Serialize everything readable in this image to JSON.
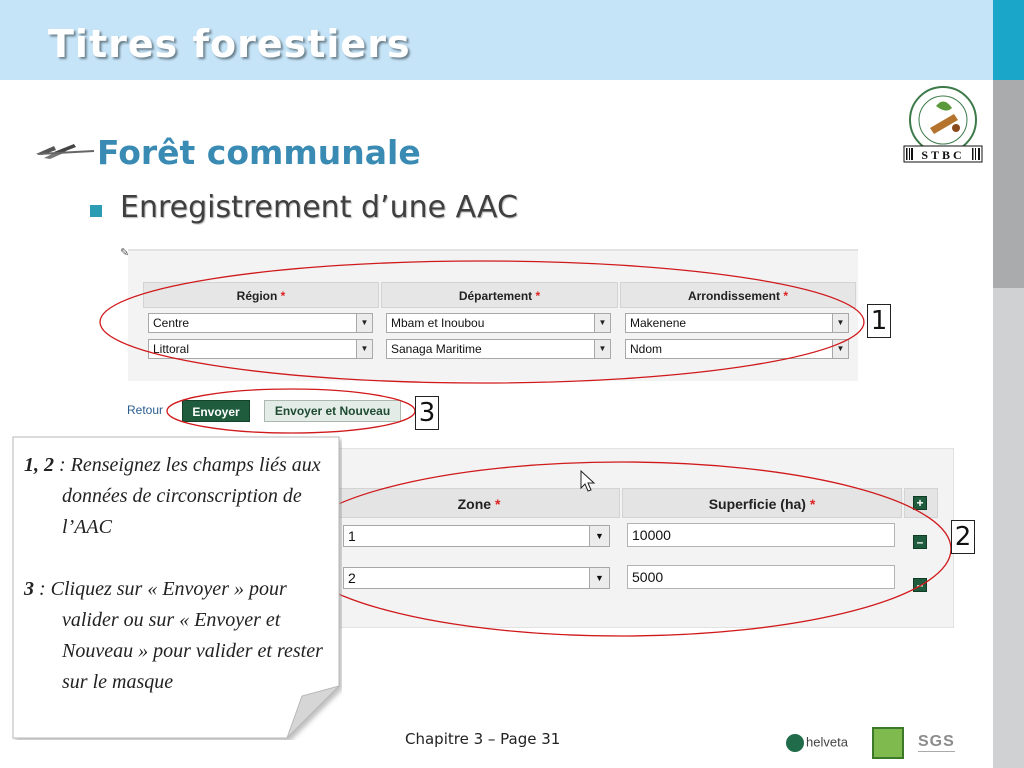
{
  "slide": {
    "title": "Titres forestiers",
    "heading": "Forêt communale",
    "subheading": "Enregistrement d’une AAC",
    "footer": "Chapitre 3 – Page 31"
  },
  "logo": {
    "text": "STBC"
  },
  "form_region": {
    "columns": [
      {
        "label": "Région",
        "required": "*"
      },
      {
        "label": "Département",
        "required": "*"
      },
      {
        "label": "Arrondissement",
        "required": "*"
      }
    ],
    "rows": [
      {
        "region": "Centre",
        "departement": "Mbam et Inoubou",
        "arrondissement": "Makenene"
      },
      {
        "region": "Littoral",
        "departement": "Sanaga Maritime",
        "arrondissement": "Ndom"
      }
    ]
  },
  "actions": {
    "retour": "Retour",
    "envoyer": "Envoyer",
    "envoyer_nouveau": "Envoyer et Nouveau"
  },
  "form_zone": {
    "columns": [
      {
        "label": "Zone",
        "required": "*"
      },
      {
        "label": "Superficie (ha)",
        "required": "*"
      }
    ],
    "rows": [
      {
        "zone": "1",
        "superficie": "10000"
      },
      {
        "zone": "2",
        "superficie": "5000"
      }
    ]
  },
  "markers": {
    "m1": "1",
    "m2": "2",
    "m3": "3"
  },
  "note": {
    "p1_bold": "1, 2",
    "p1_text": " : Renseignez les champs liés aux données de circonscription de  l’AAC",
    "p2_bold": "3",
    "p2_text": " : Cliquez sur « Envoyer » pour valider ou sur « Envoyer et Nouveau » pour valider et rester sur le masque"
  },
  "partners": {
    "helveta": "helveta",
    "sgs": "SGS"
  },
  "colors": {
    "accent": "#3a8bb3",
    "title_band": "#c6e4f7",
    "button": "#1f5c3d",
    "ellipse": "#d0191b"
  }
}
